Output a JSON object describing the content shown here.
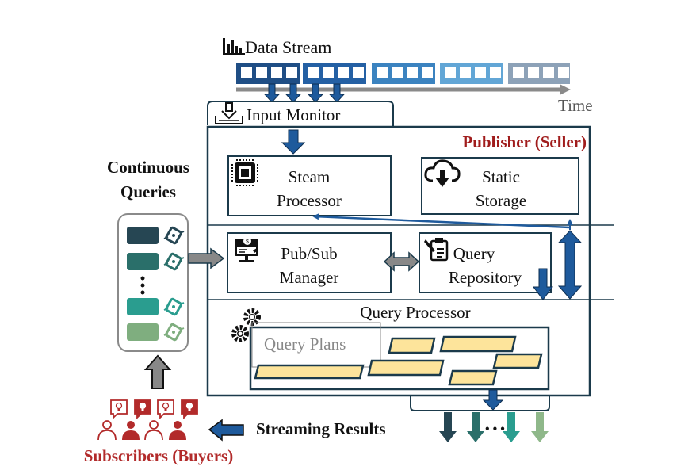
{
  "data_stream": {
    "title": "Data Stream",
    "time_label": "Time",
    "batches": [
      {
        "color": "#1f4e85"
      },
      {
        "color": "#2460a4"
      },
      {
        "color": "#3b83c0"
      },
      {
        "color": "#62a6d6"
      },
      {
        "color": "#8da2b8"
      }
    ]
  },
  "input_monitor": {
    "label": "Input Monitor"
  },
  "publisher": {
    "title": "Publisher (Seller)",
    "title_color": "#a01c1c",
    "stream_processor": {
      "line1": "Steam",
      "line2": "Processor"
    },
    "static_storage": {
      "line1": "Static",
      "line2": "Storage"
    },
    "pubsub_manager": {
      "line1": "Pub/Sub",
      "line2": "Manager"
    },
    "query_repository": {
      "line1": "Query",
      "line2": "Repository"
    },
    "query_processor": {
      "title": "Query Processor",
      "plans_label": "Query Plans"
    }
  },
  "continuous_queries": {
    "title_line1": "Continuous",
    "title_line2": "Queries",
    "ellipsis": "⋮",
    "items": [
      {
        "color": "#264653"
      },
      {
        "color": "#2a6f6a"
      },
      {
        "color": "#2a9d8f"
      },
      {
        "color": "#7fae7f"
      }
    ]
  },
  "subscribers": {
    "label": "Subscribers (Buyers)",
    "color": "#b22a2a"
  },
  "streaming_results": {
    "label": "Streaming Results",
    "ellipsis": "• • •",
    "outputs": [
      {
        "color": "#264653"
      },
      {
        "color": "#2a6f6a"
      },
      {
        "color": "#2a9d8f"
      },
      {
        "color": "#8fb88a"
      }
    ]
  },
  "colors": {
    "frame": "#1b3a4b",
    "arrow_blue": "#1e5a9c",
    "arrow_gray": "#7d7d7d",
    "plan_fill": "#fde49b"
  }
}
